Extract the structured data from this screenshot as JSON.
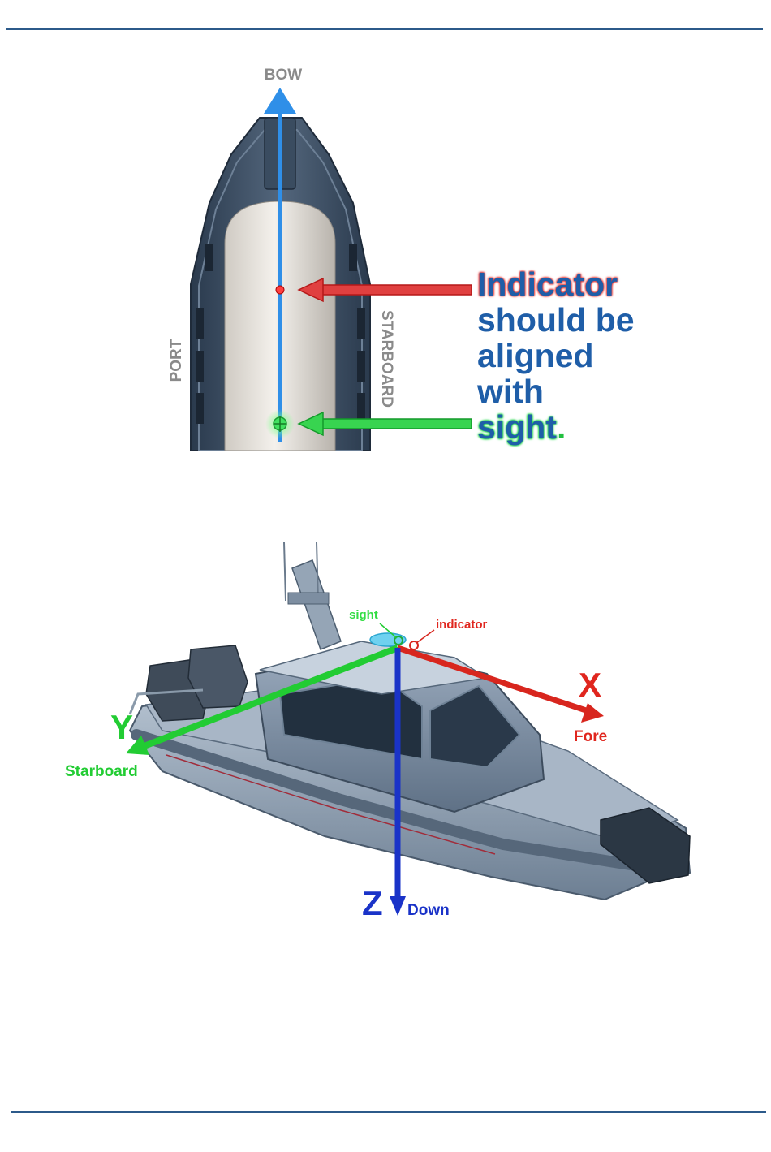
{
  "top_diagram": {
    "bow_label": "BOW",
    "port_label": "PORT",
    "starboard_label": "STARBOARD",
    "callout": {
      "word_indicator": "Indicator",
      "line2": "should be",
      "line3": "aligned",
      "line4": "with",
      "word_sight": "sight",
      "period": "."
    }
  },
  "bottom_diagram": {
    "sight_label": "sight",
    "indicator_label": "indicator",
    "x_axis": {
      "letter": "X",
      "name": "Fore"
    },
    "y_axis": {
      "letter": "Y",
      "name": "Starboard"
    },
    "z_axis": {
      "letter": "Z",
      "name": "Down"
    }
  },
  "colors": {
    "rule": "#2c5a8a",
    "x_axis": "#d8261e",
    "y_axis": "#22cc33",
    "z_axis": "#1a33c8",
    "bow_arrow": "#2f8fe8",
    "callout_text": "#1f5ea8"
  }
}
